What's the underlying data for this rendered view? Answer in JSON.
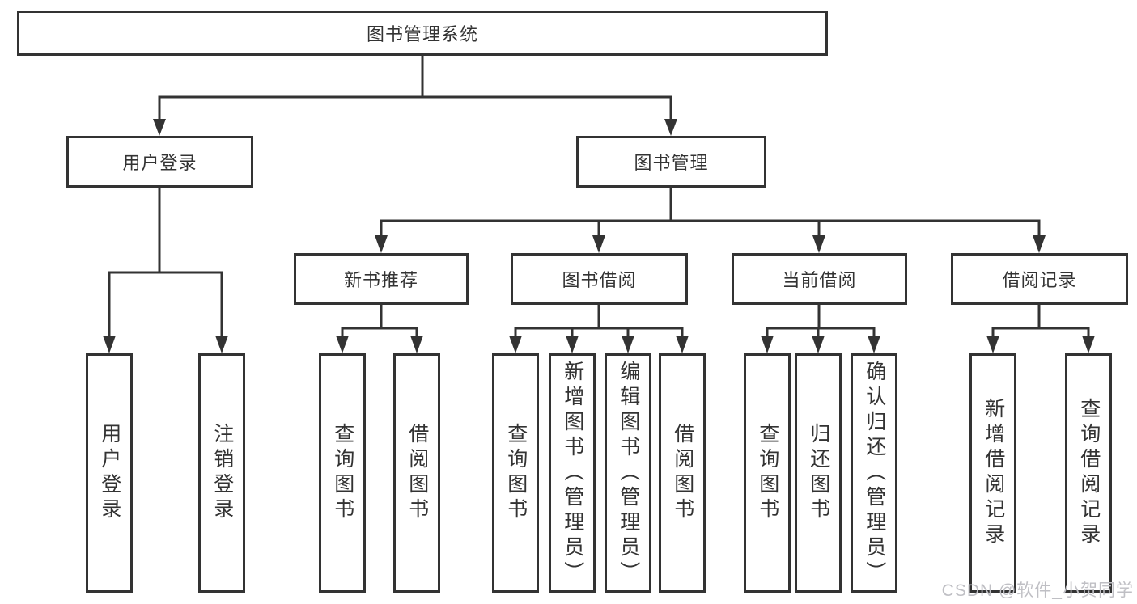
{
  "tree": {
    "root": {
      "label": "图书管理系统"
    },
    "branches": [
      {
        "label": "用户登录",
        "children": [
          {
            "label": "用户登录"
          },
          {
            "label": "注销登录"
          }
        ]
      },
      {
        "label": "图书管理",
        "sections": [
          {
            "label": "新书推荐",
            "children": [
              {
                "label": "查询图书"
              },
              {
                "label": "借阅图书"
              }
            ]
          },
          {
            "label": "图书借阅",
            "children": [
              {
                "label": "查询图书"
              },
              {
                "label": "新增图书（管理员）"
              },
              {
                "label": "编辑图书（管理员）"
              },
              {
                "label": "借阅图书"
              }
            ]
          },
          {
            "label": "当前借阅",
            "children": [
              {
                "label": "查询图书"
              },
              {
                "label": "归还图书"
              },
              {
                "label": "确认归还（管理员）"
              }
            ]
          },
          {
            "label": "借阅记录",
            "children": [
              {
                "label": "新增借阅记录"
              },
              {
                "label": "查询借阅记录"
              }
            ]
          }
        ]
      }
    ]
  },
  "watermark": {
    "text": "CSDN @软件_小贺同学"
  },
  "colors": {
    "line": "#333333",
    "box_border": "#333333",
    "text": "#333333",
    "background": "#ffffff",
    "watermark_text": "#bfbfc4"
  }
}
